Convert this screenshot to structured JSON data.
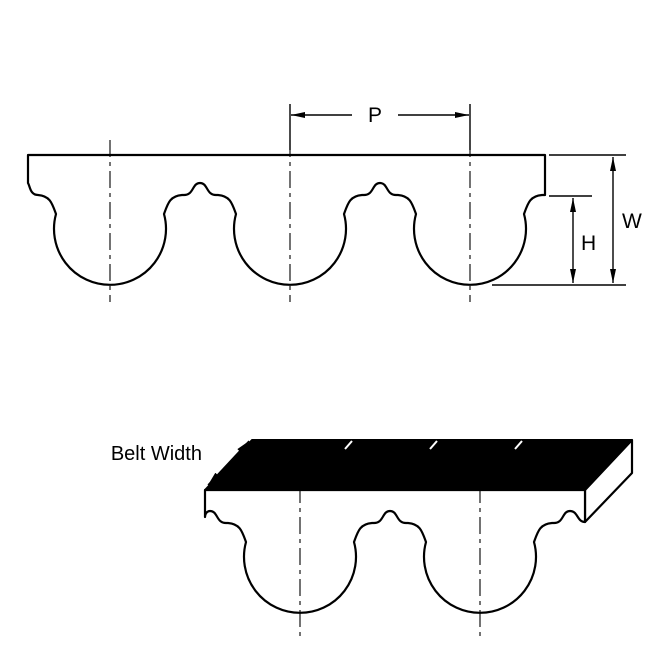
{
  "drawing": {
    "background": "#ffffff",
    "line_color": "#000000",
    "belt_fill": "#ffffff",
    "top_surface_color": "#000000",
    "profile_view": {
      "pitch_label": "P",
      "width_label": "W",
      "height_label": "H"
    },
    "perspective_view": {
      "belt_width_label": "Belt Width"
    }
  }
}
